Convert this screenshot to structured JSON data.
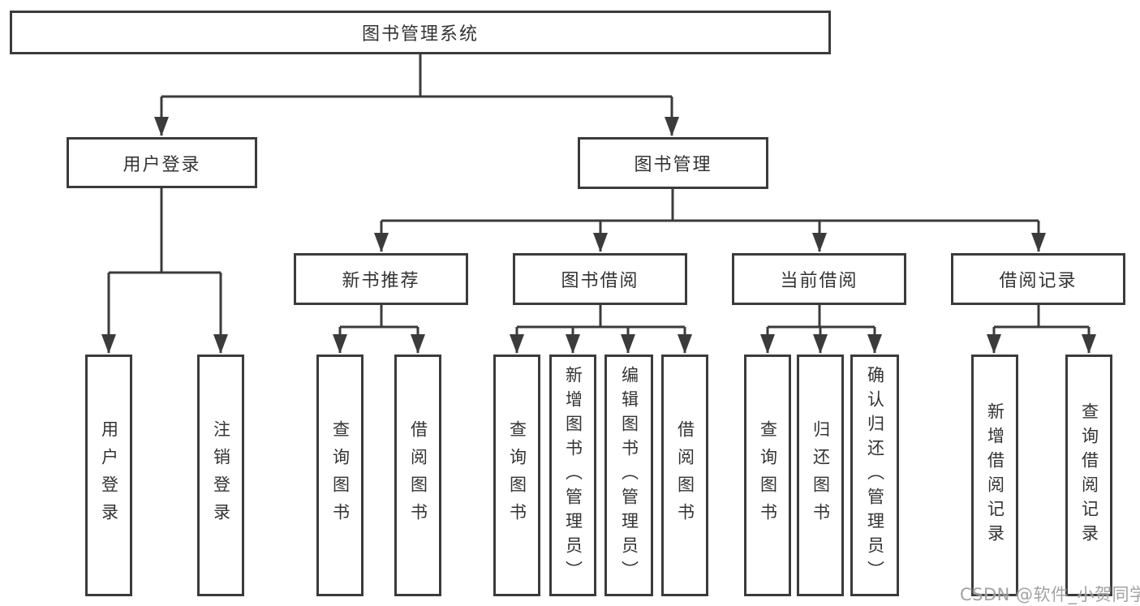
{
  "nodes": {
    "root": {
      "label": "图书管理系统"
    },
    "level2": [
      {
        "label": "用户登录",
        "children": [
          {
            "label": "用户登录"
          },
          {
            "label": "注销登录"
          }
        ]
      },
      {
        "label": "图书管理",
        "children": [
          {
            "label": "新书推荐",
            "children": [
              {
                "label": "查询图书"
              },
              {
                "label": "借阅图书"
              }
            ]
          },
          {
            "label": "图书借阅",
            "children": [
              {
                "label": "查询图书"
              },
              {
                "label": "新增图书（管理员）"
              },
              {
                "label": "编辑图书（管理员）"
              },
              {
                "label": "借阅图书"
              }
            ]
          },
          {
            "label": "当前借阅",
            "children": [
              {
                "label": "查询图书"
              },
              {
                "label": "归还图书"
              },
              {
                "label": "确认归还（管理员）"
              }
            ]
          },
          {
            "label": "借阅记录",
            "children": [
              {
                "label": "新增借阅记录"
              },
              {
                "label": "查询借阅记录"
              }
            ]
          }
        ]
      }
    ]
  },
  "watermark": {
    "text": "CSDN @软件_小贺同学"
  },
  "colors": {
    "line": "#3b3b3b",
    "box_border": "#3b3b3b",
    "text": "#333333",
    "background": "#ffffff",
    "watermark": "#9b9b9b"
  }
}
